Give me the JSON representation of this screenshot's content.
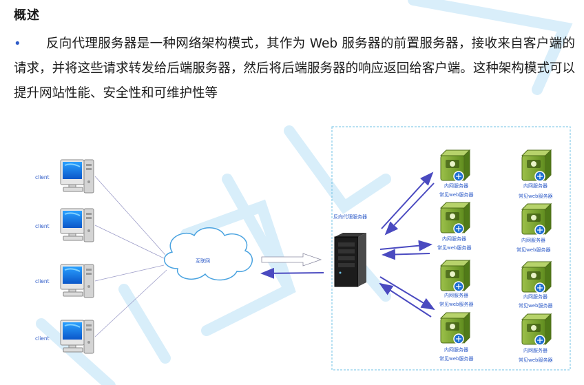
{
  "header": {
    "title": "概述"
  },
  "intro": {
    "bullet": "•",
    "text": "反向代理服务器是一种网络架构模式，其作为 Web 服务器的前置服务器，接收来自客户端的请求，并将这些请求转发给后端服务器，然后将后端服务器的响应返回给客户端。这种架构模式可以提升网站性能、安全性和可维护性等"
  },
  "diagram": {
    "clients": [
      "client",
      "client",
      "client",
      "client"
    ],
    "internet_label": "互联网",
    "proxy_label": "反向代理服务器",
    "server_line1": "内网服务器",
    "server_line2": "常见web服务器",
    "arrow_color": "#4a4ac0",
    "accent_color": "#2f5cc8"
  }
}
